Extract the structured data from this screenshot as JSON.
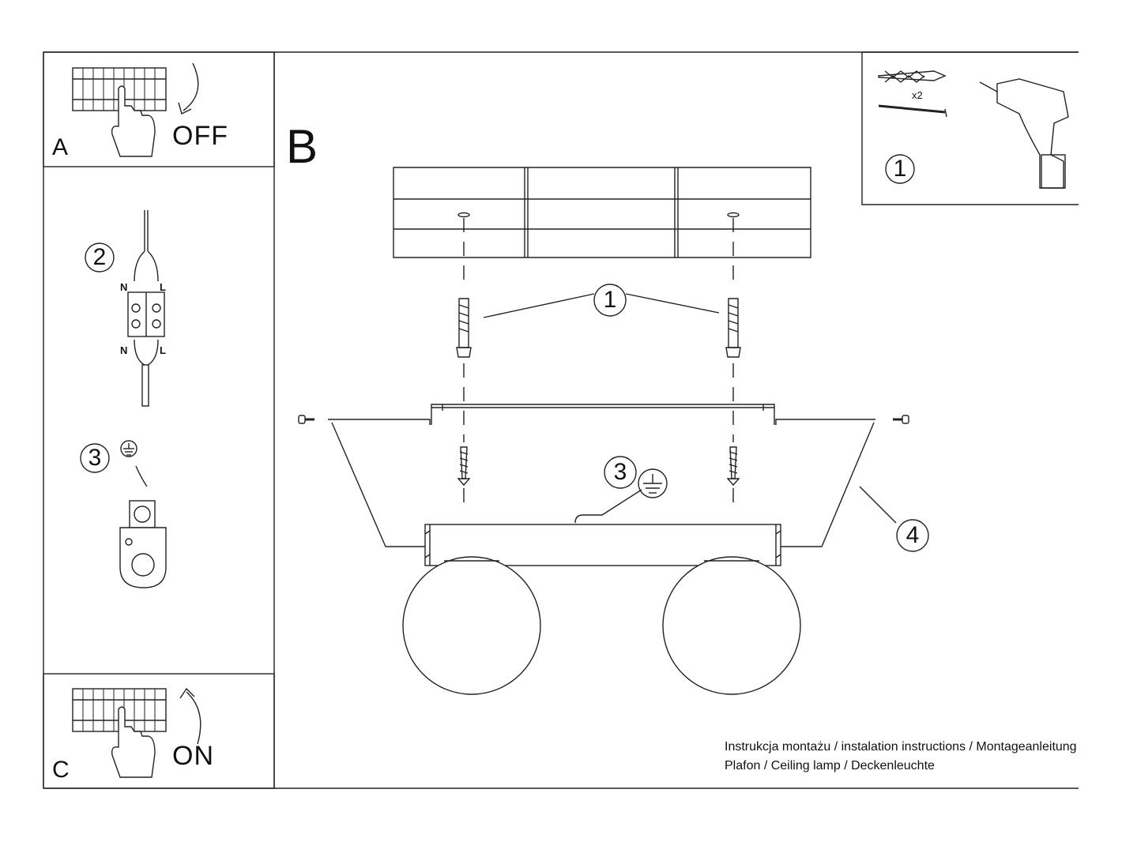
{
  "panels": {
    "a": {
      "letter": "A",
      "state": "OFF"
    },
    "b": {
      "letter": "B"
    },
    "c": {
      "letter": "C",
      "state": "ON"
    }
  },
  "steps": {
    "tools_number": "1",
    "wiring_number": "2",
    "ground_number": "3",
    "plug_number": "1",
    "wire_ground_number": "3",
    "frame_number": "4"
  },
  "wiring": {
    "neutral": "N",
    "live": "L"
  },
  "tools": {
    "quantity": "x2"
  },
  "footer": {
    "line1": "Instrukcja montażu / instalation instructions / Montageanleitung",
    "line2": "Plafon / Ceiling lamp / Deckenleuchte"
  }
}
